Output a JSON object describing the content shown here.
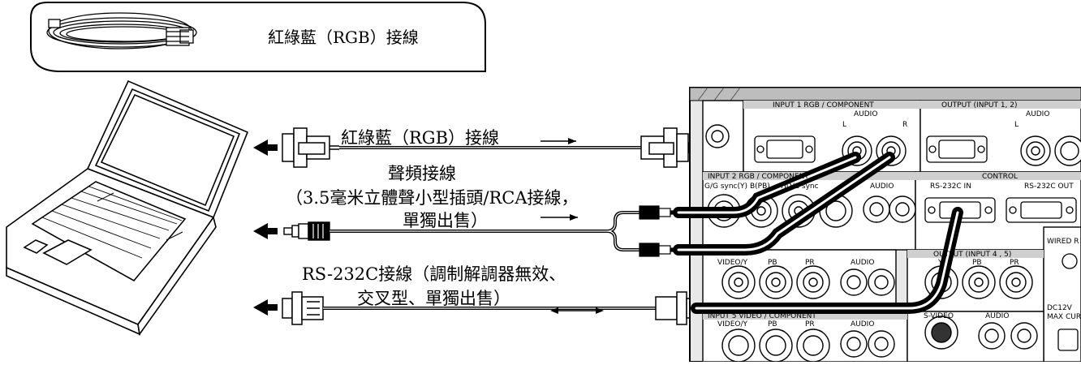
{
  "accessory": {
    "label": "紅綠藍（RGB）接線",
    "icon": "coiled-cable-icon"
  },
  "cables": {
    "rgb": {
      "label": "紅綠藍（RGB）接線"
    },
    "audio": {
      "line1": "聲頻接線",
      "line2": "（3.5毫米立體聲小型插頭/RCA接線，",
      "line3": "單獨出售）"
    },
    "rs232": {
      "line1": "RS-232C接線（調制解調器無效、",
      "line2": "交叉型、單獨出售）"
    }
  },
  "panel": {
    "input1": "INPUT 1  RGB / COMPONENT",
    "audio_in": "AUDIO",
    "output": "OUTPUT (INPUT 1, 2)",
    "audio_out": "AUDIO",
    "input2": "INPUT 2  RGB / COMPONENT",
    "in2_gy": "G/G sync(Y)",
    "in2_b": "B(PB)",
    "in2_hd": "HD/C sync",
    "audio2": "AUDIO",
    "control": "CONTROL",
    "rs232_in": "RS-232C IN",
    "rs232_out": "RS-232C OUT",
    "video_y": "VIDEO/Y",
    "pb": "PB",
    "pr": "PR",
    "audio3": "AUDIO",
    "output45": "OUTPUT (INPUT 4 , 5)",
    "out45_y": "Y",
    "out45_pb": "PB",
    "out45_pr": "PR",
    "wired": "WIRED R",
    "dc": "DC12V",
    "maxcur": "MAX CURR",
    "input5": "INPUT 5  VIDEO / COMPONENT",
    "video_y5": "VIDEO/Y",
    "pb5": "PB",
    "pr5": "PR",
    "audio5": "AUDIO",
    "svideo": "S-VIDEO",
    "audio6": "AUDIO",
    "l": "L",
    "r": "R"
  }
}
